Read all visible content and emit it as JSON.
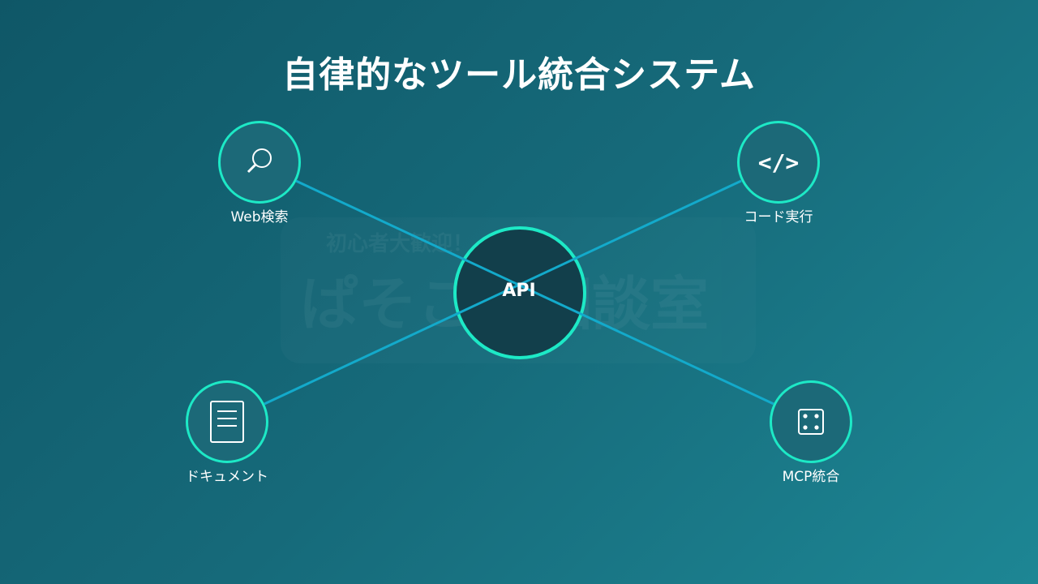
{
  "title": "自律的なツール統合システム",
  "watermark": {
    "line1": "初心者大歓迎！",
    "line2": "ぱそこん相談室"
  },
  "center": {
    "label": "API"
  },
  "nodes": [
    {
      "label": "Web検索",
      "icon": "search-icon"
    },
    {
      "label": "コード実行",
      "icon": "code-icon",
      "glyph": "</>"
    },
    {
      "label": "ドキュメント",
      "icon": "document-icon"
    },
    {
      "label": "MCP統合",
      "icon": "dice-icon"
    }
  ],
  "colors": {
    "accent": "#1de9c6",
    "line": "#13aacb",
    "center_fill": "#123f4b",
    "node_fill": "#1c6978"
  }
}
